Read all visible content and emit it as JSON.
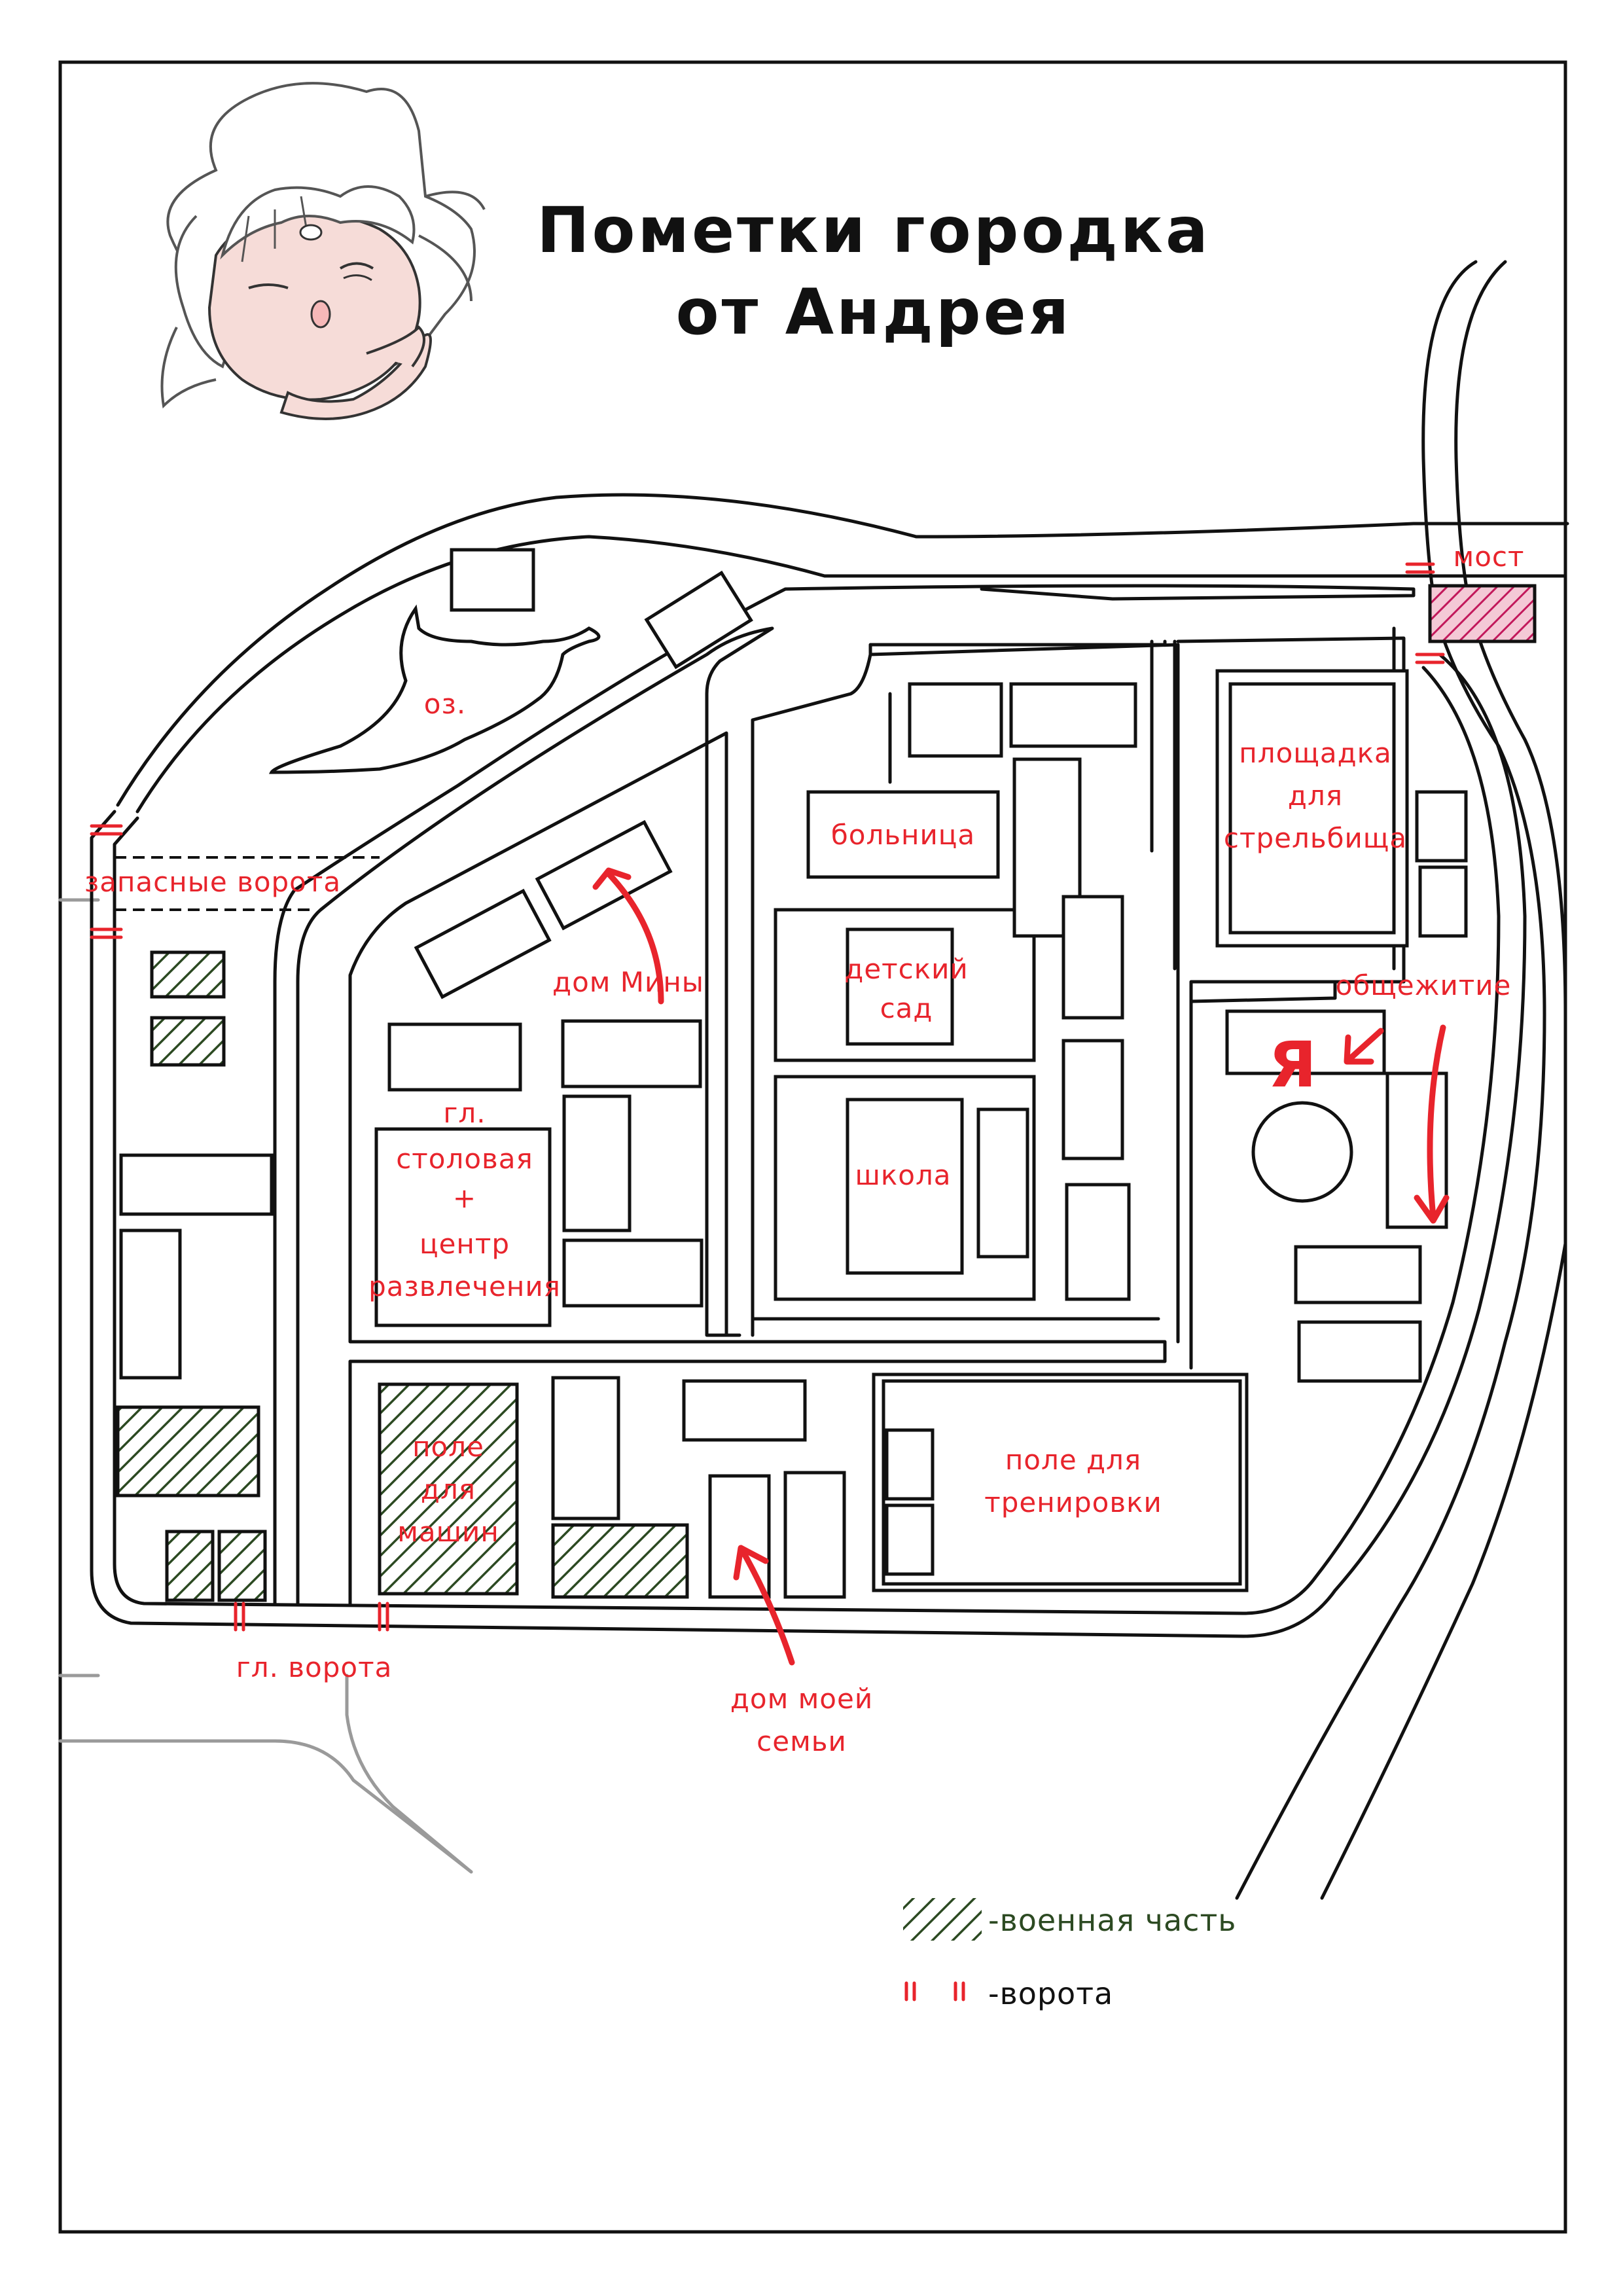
{
  "title": {
    "line1": "Пометки городка",
    "line2": "от Андрея"
  },
  "labels": {
    "lake": "оз.",
    "bridge": "мост",
    "spare_gates": "запасные ворота",
    "main_gates": "гл. ворота",
    "mina_house": "дом Мины",
    "hospital": "больница",
    "kindergarten_1": "детский",
    "kindergarten_2": "сад",
    "school": "школа",
    "shooting_1": "площадка",
    "shooting_2": "для",
    "shooting_3": "стрельбища",
    "dormitory": "общежитие",
    "me": "Я",
    "canteen_1": "гл.",
    "canteen_2": "столовая",
    "canteen_3": "+",
    "canteen_4": "центр",
    "canteen_5": "развлечения",
    "car_field_1": "поле",
    "car_field_2": "для",
    "car_field_3": "машин",
    "training_1": "поле для",
    "training_2": "тренировки",
    "family_house_1": "дом моей",
    "family_house_2": "семьи"
  },
  "legend": {
    "military": "-военная часть",
    "gates": "-ворота"
  },
  "colors": {
    "annotation": "#e8242c",
    "military_hatch": "#2c4a22",
    "bridge_fill": "#c2185b",
    "outline": "#111111",
    "face_fill": "#f6dcd8"
  },
  "icons": {
    "avatar": "andrey-portrait-icon",
    "arrows": "red-arrow-icon"
  }
}
